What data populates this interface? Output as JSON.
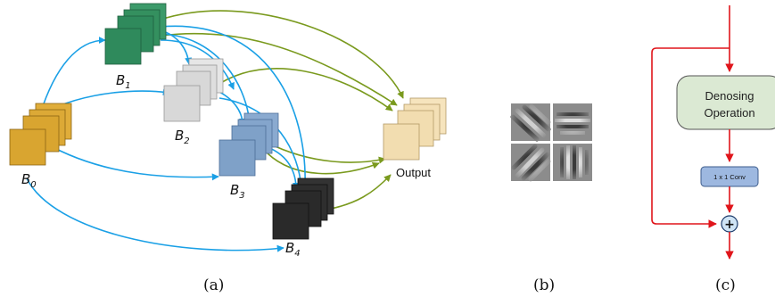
{
  "colors": {
    "green": "#2f8a5c",
    "silver": "#d8d8d8",
    "blue": "#7fa1c8",
    "gold": "#d9a530",
    "black": "#2a2a2a",
    "output": "#f2ddb0",
    "blue_arrow": "#1aa0e6",
    "olive_arrow": "#7a9a1e",
    "red": "#e0151b",
    "denoise_fill": "#dbe9d3",
    "conv_fill": "#9db8e0"
  },
  "panel_a": {
    "blocks": [
      {
        "name": "B",
        "sub": "1",
        "color_key": "green"
      },
      {
        "name": "B",
        "sub": "2",
        "color_key": "silver"
      },
      {
        "name": "B",
        "sub": "3",
        "color_key": "blue"
      },
      {
        "name": "B",
        "sub": "0",
        "color_key": "gold"
      },
      {
        "name": "B",
        "sub": "4",
        "color_key": "black"
      }
    ],
    "output_label": "Output",
    "caption": "(a)"
  },
  "panel_b": {
    "filters": [
      "diagonal-gabor",
      "horizontal-gabor",
      "anti-diagonal-gabor",
      "vertical-gabor"
    ],
    "caption": "(b)"
  },
  "panel_c": {
    "denoise_line1": "Denosing",
    "denoise_line2": "Operation",
    "conv_label": "1 x 1 Conv",
    "add_symbol": "+",
    "caption": "(c)"
  }
}
